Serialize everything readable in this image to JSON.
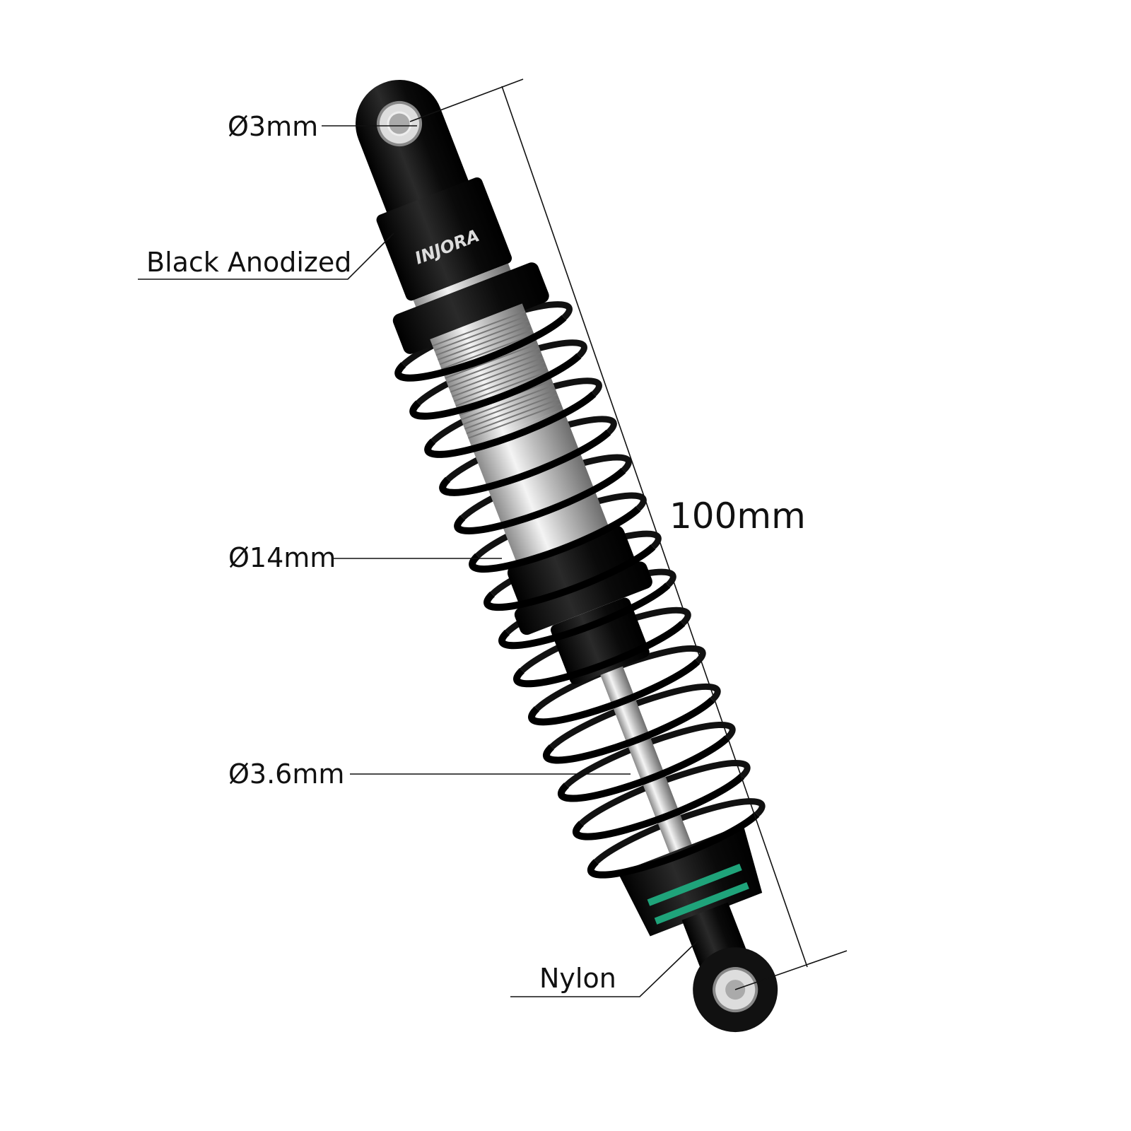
{
  "brand": "INJORA",
  "labels": {
    "eye_diameter": "Ø3mm",
    "finish": "Black Anodized",
    "body_diameter": "Ø14mm",
    "shaft_diameter": "Ø3.6mm",
    "length": "100mm",
    "rod_end_material": "Nylon"
  },
  "colors": {
    "anodized": "#111111",
    "silver": "#c8c8c8",
    "oring": "#1fa37a"
  }
}
